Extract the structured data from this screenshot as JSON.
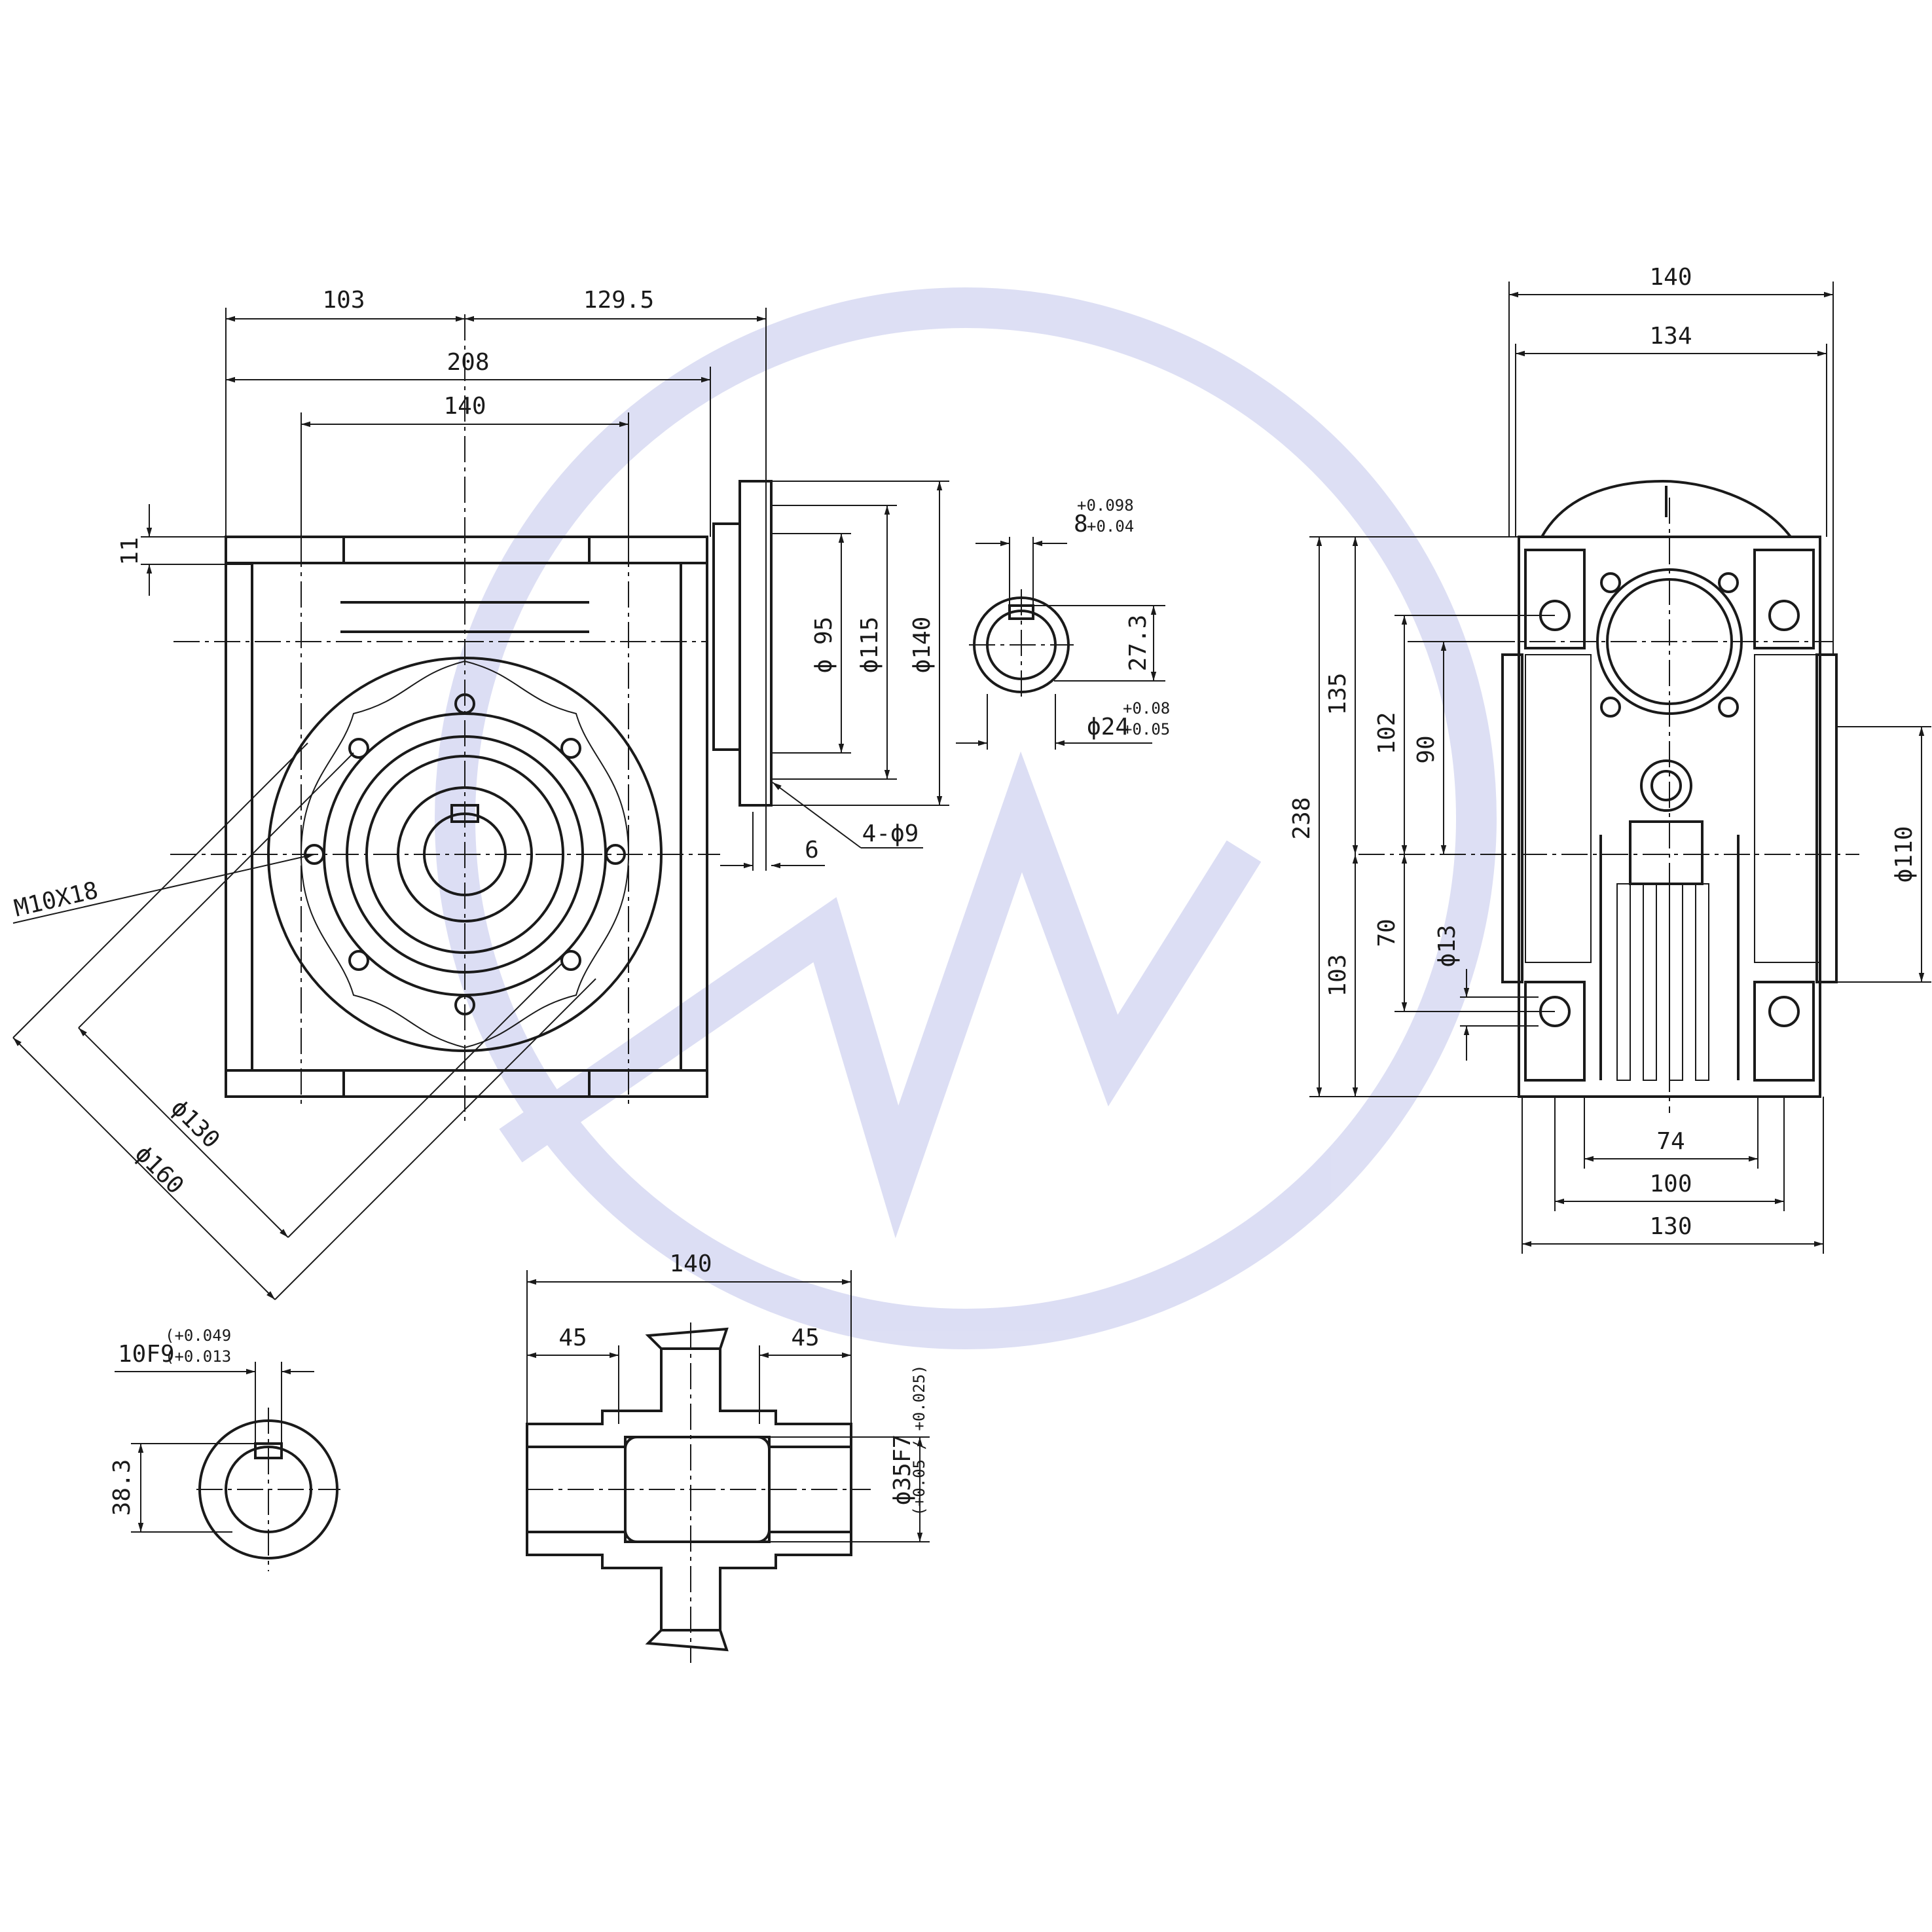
{
  "colors": {
    "line": "#1a1a1a",
    "watermark": "#d9dbf3",
    "background": "#ffffff"
  },
  "watermark": {
    "icon": "circle-mountain-logo"
  },
  "front_view": {
    "dim_103": "103",
    "dim_129_5": "129.5",
    "dim_208": "208",
    "dim_140": "140",
    "dim_11": "11",
    "dim_d130": "ϕ130",
    "dim_d160": "ϕ160",
    "dim_m10": "M10X18"
  },
  "flange_view": {
    "dim_d95": "ϕ 95",
    "dim_d115": "ϕ115",
    "dim_d140": "ϕ140",
    "dim_6": "6",
    "dim_holes": "4-ϕ9"
  },
  "input_shaft": {
    "key_width": "8",
    "key_tol_upper": "+0.098",
    "key_tol_lower": "+0.04",
    "key_depth": "27.3",
    "bore": "ϕ24",
    "bore_tol_upper": "+0.08",
    "bore_tol_lower": "+0.05"
  },
  "side_view": {
    "dim_140": "140",
    "dim_134": "134",
    "dim_238": "238",
    "dim_135": "135",
    "dim_102": "102",
    "dim_90": "90",
    "dim_103": "103",
    "dim_70": "70",
    "dim_d13": "ϕ13",
    "dim_d110": "ϕ110",
    "dim_74": "74",
    "dim_100": "100",
    "dim_130": "130"
  },
  "output_bore": {
    "keyway": "10F9",
    "keyway_tol_upper": "(+0.049",
    "keyway_tol_lower": "(+0.013",
    "depth": "38.3"
  },
  "section_view": {
    "dim_140": "140",
    "dim_45_left": "45",
    "dim_45_right": "45",
    "bore": "ϕ35F7",
    "bore_tol": "(+0.05 / +0.025)"
  }
}
